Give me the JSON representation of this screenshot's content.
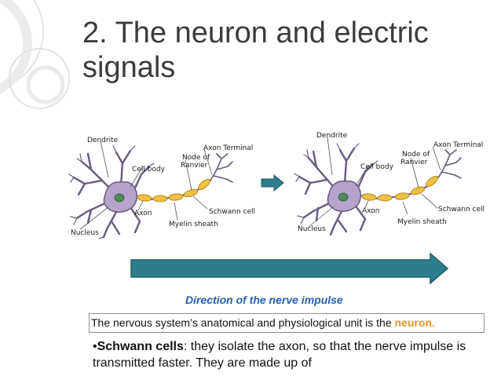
{
  "slide": {
    "title": "2. The neuron and electric signals"
  },
  "diagram_left": {
    "labels": {
      "dendrite": "Dendrite",
      "axon_terminal": "Axon Terminal",
      "node_of_ranvier_line1": "Node of",
      "node_of_ranvier_line2": "Ranvier",
      "cell_body": "Cell body",
      "axon": "Axon",
      "schwann_cell": "Schwann cell",
      "myelin_sheath": "Myelin sheath",
      "nucleus": "Nucleus"
    }
  },
  "diagram_right": {
    "labels": {
      "dendrite": "Dendrite",
      "axon_terminal": "Axon Terminal",
      "node_of_ranvier_line1": "Node of",
      "node_of_ranvier_line2": "Ranvier",
      "cell_body": "Cell body",
      "axon": "Axon",
      "schwann_cell": "Schwann cell",
      "myelin_sheath": "Myelin sheath",
      "nucleus": "Nucleus"
    }
  },
  "impulse": {
    "caption": "Direction of the nerve impulse"
  },
  "unit_box": {
    "text_before": "The nervous system’s anatomical and physiological unit is the ",
    "highlight": "neuron."
  },
  "bullet": {
    "marker": "•",
    "term": "Schwann cells",
    "text": ": they isolate the axon, so that the nerve impulse is transmitted faster. They are made up of"
  },
  "colors": {
    "title": "#3c3c3c",
    "neuron_body": "#b6a3cc",
    "neuron_outline": "#6a5a80",
    "myelin": "#f0c040",
    "arrow_fill": "#2e7d8c",
    "caption": "#2360b4",
    "highlight": "#e8952a"
  }
}
